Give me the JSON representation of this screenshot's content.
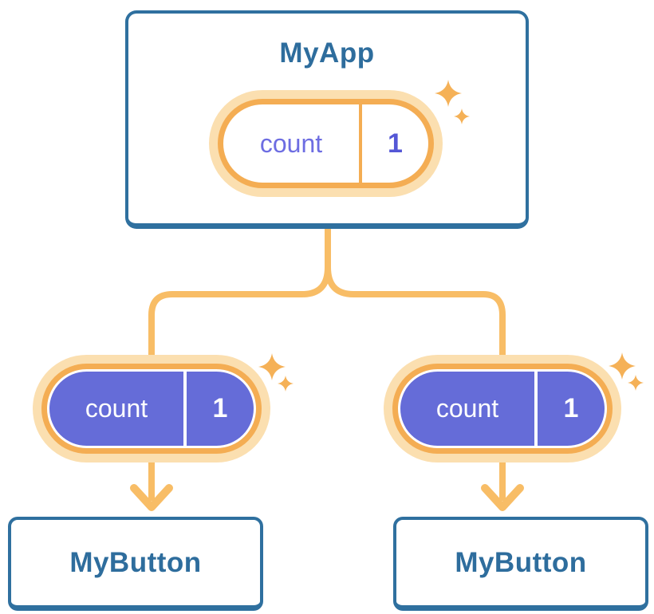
{
  "diagram": {
    "root": {
      "title": "MyApp",
      "state": {
        "name": "count",
        "value": "1"
      }
    },
    "children": [
      {
        "title": "MyButton",
        "state": {
          "name": "count",
          "value": "1"
        }
      },
      {
        "title": "MyButton",
        "state": {
          "name": "count",
          "value": "1"
        }
      }
    ]
  },
  "colors": {
    "connector_orange": "#F8BD66",
    "pill_ring_orange": "#F4AD53",
    "pill_glow_orange": "#FBDFB0",
    "sparkle_orange": "#F5B157",
    "pill_fill_purple": "#656CD8",
    "state_name_purple": "#6D6DE2",
    "state_value_purple": "#5457D6",
    "card_border_blue": "#2F709F",
    "card_text_blue": "#2E6D9D",
    "card_background": "#FFFFFF"
  }
}
